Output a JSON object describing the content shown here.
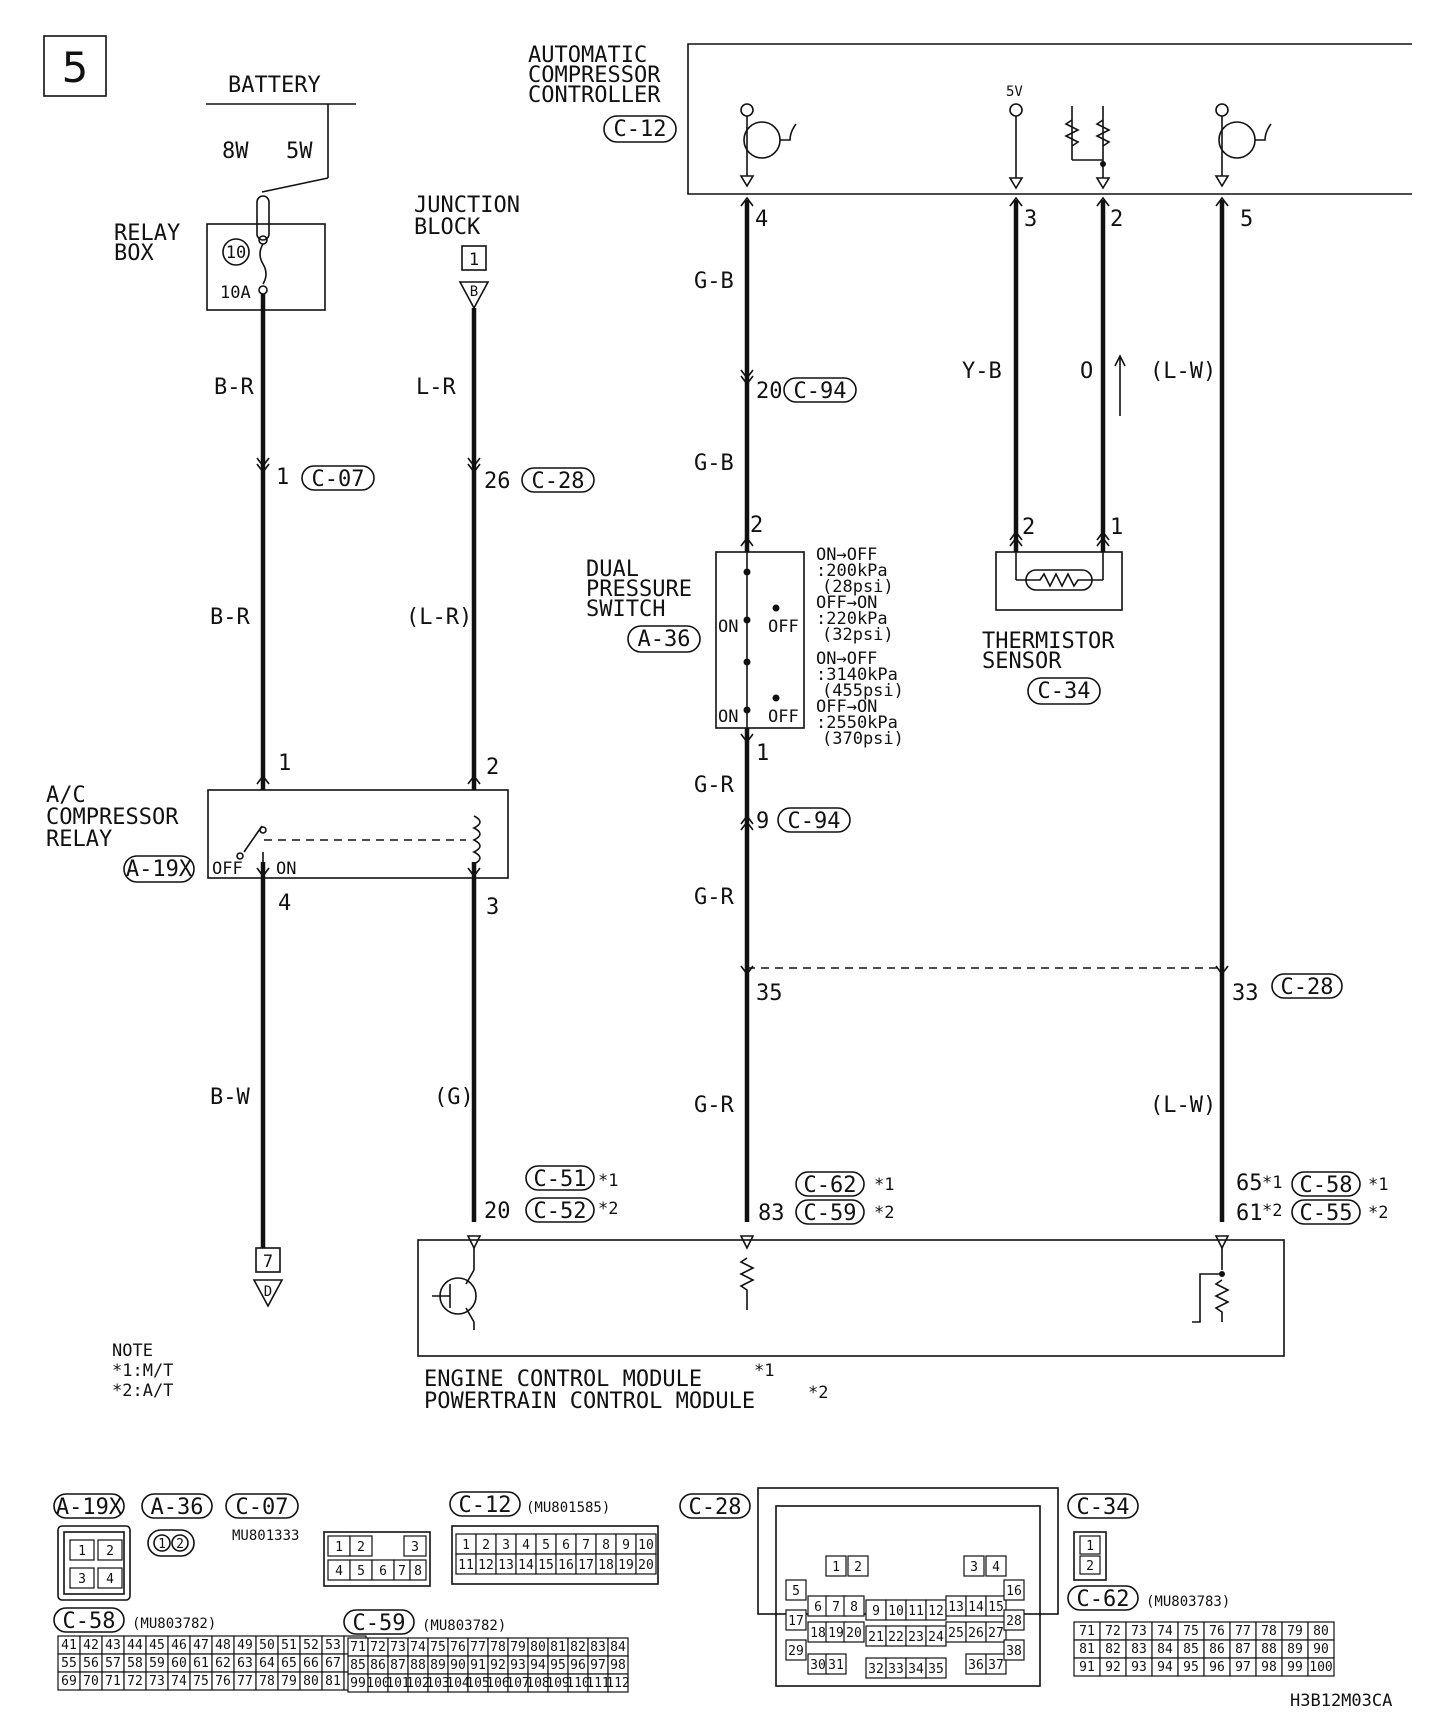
{
  "page_number": "5",
  "battery": {
    "label": "BATTERY",
    "fusible_link_1": "8W",
    "fusible_link_2": "5W"
  },
  "relay_box": {
    "label_line1": "RELAY",
    "label_line2": "BOX",
    "fuse_number": "10",
    "fuse_rating": "10A"
  },
  "junction_block": {
    "label_line1": "JUNCTION",
    "label_line2": "BLOCK",
    "ref_box": "1",
    "terminal": "B"
  },
  "acc": {
    "label_line1": "AUTOMATIC",
    "label_line2": "COMPRESSOR",
    "label_line3": "CONTROLLER",
    "connector": "C-12",
    "supply": "5V",
    "pins": {
      "p4": "4",
      "p3": "3",
      "p2": "2",
      "p5": "5"
    }
  },
  "wires": {
    "br_top": "B-R",
    "br_mid": "B-R",
    "bw": "B-W",
    "lr_top": "L-R",
    "lr_mid": "(L-R)",
    "g": "(G)",
    "gb_top": "G-B",
    "gb_mid": "G-B",
    "gr_1": "G-R",
    "gr_2": "G-R",
    "gr_3": "G-R",
    "yb": "Y-B",
    "o": "O",
    "lw_top": "(L-W)",
    "lw_bottom": "(L-W)"
  },
  "connectors": {
    "c07_pin": "1",
    "c07": "C-07",
    "c28_pin26": "26",
    "c28_a": "C-28",
    "c94_pin20": "20",
    "c94_a": "C-94",
    "c94_pin9": "9",
    "c94_b": "C-94",
    "c28_pin35": "35",
    "c28_pin33": "33",
    "c28_b": "C-28",
    "c51": "C-51",
    "c52": "C-52",
    "ecm_pin20": "20",
    "c62": "C-62",
    "c59": "C-59",
    "ecm_pin83": "83",
    "c58": "C-58",
    "c55": "C-55",
    "ecm_pin65": "65",
    "ecm_pin61": "61",
    "mark1": "*1",
    "mark2": "*2"
  },
  "relay": {
    "label_line1": "A/C",
    "label_line2": "COMPRESSOR",
    "label_line3": "RELAY",
    "connector": "A-19X",
    "off": "OFF",
    "on": "ON",
    "pin1": "1",
    "pin2": "2",
    "pin3": "3",
    "pin4": "4"
  },
  "dual_switch": {
    "label_line1": "DUAL",
    "label_line2": "PRESSURE",
    "label_line3": "SWITCH",
    "connector": "A-36",
    "pin_top": "2",
    "pin_bottom": "1",
    "on": "ON",
    "off": "OFF",
    "spec": [
      "ON→OFF",
      ":200kPa",
      "(28psi)",
      "OFF→ON",
      ":220kPa",
      "(32psi)",
      "ON→OFF",
      ":3140kPa",
      "(455psi)",
      "OFF→ON",
      ":2550kPa",
      "(370psi)"
    ]
  },
  "thermistor": {
    "label_line1": "THERMISTOR",
    "label_line2": "SENSOR",
    "connector": "C-34",
    "pin2": "2",
    "pin1": "1"
  },
  "ground_ref": {
    "box": "7",
    "terminal": "D"
  },
  "ecm": {
    "line1": "ENGINE CONTROL MODULE",
    "line2": "POWERTRAIN CONTROL MODULE"
  },
  "note": {
    "title": "NOTE",
    "line1": "*1:M/T",
    "line2": "*2:A/T"
  },
  "connector_views": {
    "a19x": "A-19X",
    "a36": "A-36",
    "c07": "C-07",
    "c07_part": "MU801333",
    "c12": "C-12",
    "c12_part": "(MU801585)",
    "c28": "C-28",
    "c34": "C-34",
    "c58": "C-58",
    "c58_part": "(MU803782)",
    "c59": "C-59",
    "c59_part": "(MU803782)",
    "c62": "C-62",
    "c62_part": "(MU803783)"
  },
  "figure_code": "H3B12M03CA"
}
